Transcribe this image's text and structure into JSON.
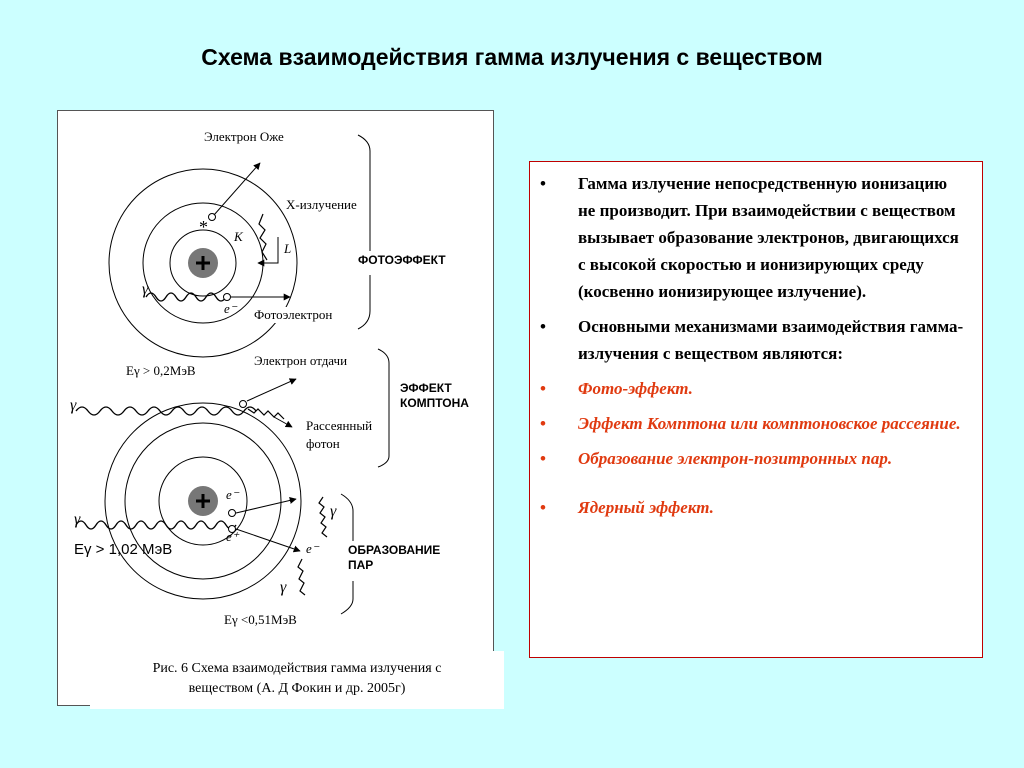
{
  "title": "Схема взаимодействия гамма излучения с веществом",
  "figure": {
    "labels": {
      "auger": "Электрон Оже",
      "xray": "Х-излучение",
      "photoelectron": "Фотоэлектрон",
      "energy1": "Eγ > 0,2МэВ",
      "recoil": "Электрон  отдачи",
      "scattered_line1": "Рассеянный",
      "scattered_line2": "фотон",
      "energy2": "Eγ > 1,02 МэВ",
      "energy3": "Eγ <0,51МэВ",
      "gamma": "γ",
      "electron": "e⁻",
      "positron": "e⁺",
      "shell_k": "K",
      "shell_l": "L",
      "star": "*"
    },
    "boxes": {
      "photoeffect": "ФОТОЭФФЕКТ",
      "compton_line1": "ЭФФЕКТ",
      "compton_line2": "КОМПТОНА",
      "pair_line1": "ОБРАЗОВАНИЕ",
      "pair_line2": "ПАР"
    },
    "caption_line1": "Рис. 6 Схема взаимодействия гамма излучения с",
    "caption_line2": "веществом (А. Д Фокин и др. 2005г)"
  },
  "bullets": [
    {
      "text": "Гамма излучение непосредственную ионизацию не производит. При взаимодействии с веществом вызывает образование электронов, двигающихся с высокой скоростью и ионизирующих  среду (косвенно ионизирующее  излучение).",
      "style": "normal"
    },
    {
      "text": "Основными механизмами взаимодействия гамма-излучения с веществом   являются:",
      "style": "normal"
    },
    {
      "text": "Фото-эффект.",
      "style": "red"
    },
    {
      "text": "Эффект Комптона или комптоновское  рассеяние.",
      "style": "red"
    },
    {
      "text": "Образование электрон-позитронных пар.",
      "style": "red"
    },
    {
      "text": "Ядерный эффект.",
      "style": "red"
    }
  ],
  "bullet_symbol": "•",
  "colors": {
    "background": "#ccffff",
    "accent_red": "#e03a10",
    "box_border": "#c00000"
  }
}
